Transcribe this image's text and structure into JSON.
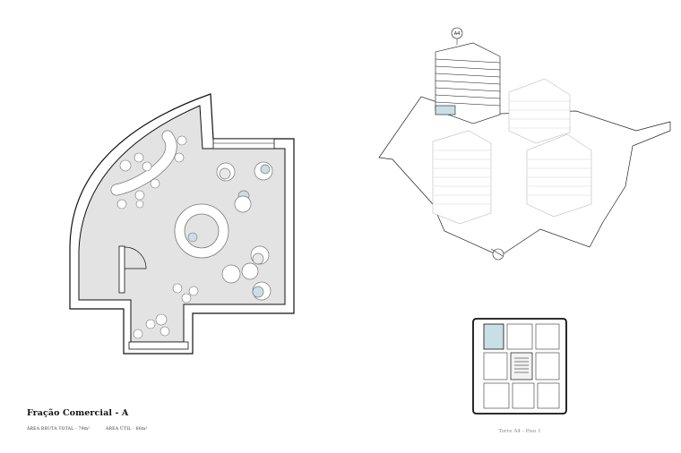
{
  "sheet": {
    "title": "Fração Comercial - A",
    "area_gross": "ÁREA BRUTA TOTAL - 79m²",
    "area_useful": "ÁREA ÚTIL - 66m²",
    "floor_caption": "Torre A4 - Piso 1",
    "tower_marker": "A4",
    "highlight_color": "#c9dfe6",
    "floor_fill": "#e3e3e3",
    "line_color": "#111111"
  }
}
